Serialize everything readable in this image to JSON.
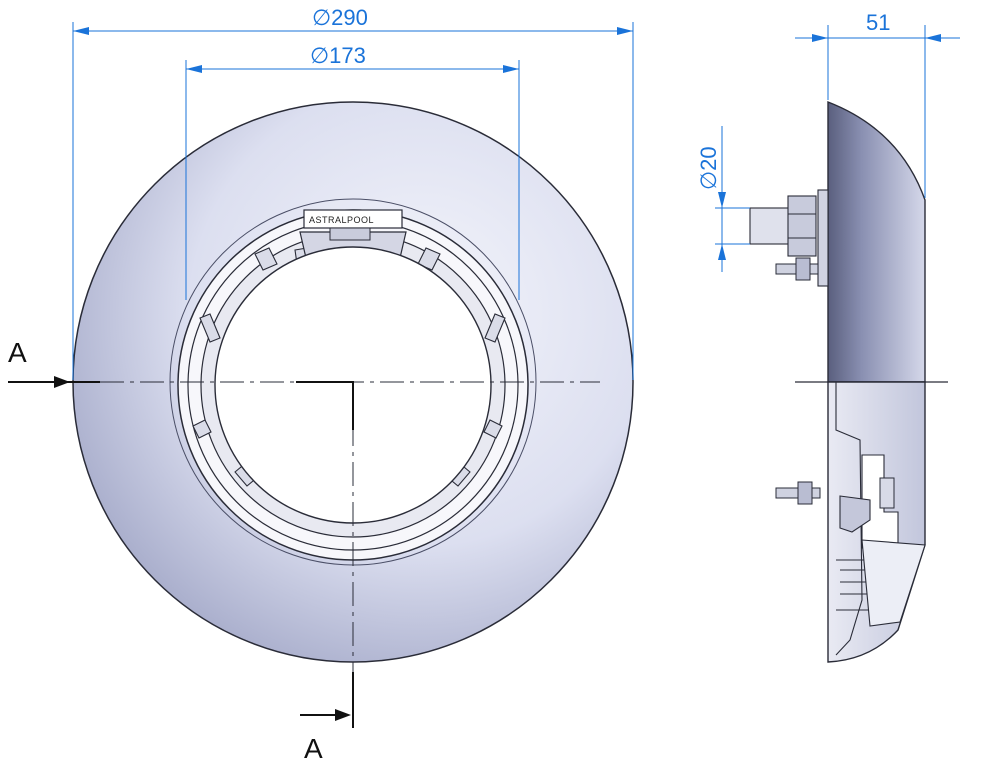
{
  "dimensions": {
    "outer_diameter": "∅290",
    "inner_diameter": "∅173",
    "stud_diameter": "∅20",
    "depth": "51"
  },
  "section_labels": {
    "left": "A",
    "bottom": "A"
  },
  "logo": {
    "text": "ASTRALPOOL"
  },
  "colors": {
    "dimension": "#1a73d9",
    "outline": "#222222",
    "face_light": "#eef0f8",
    "face_dark": "#9aa0c0"
  }
}
